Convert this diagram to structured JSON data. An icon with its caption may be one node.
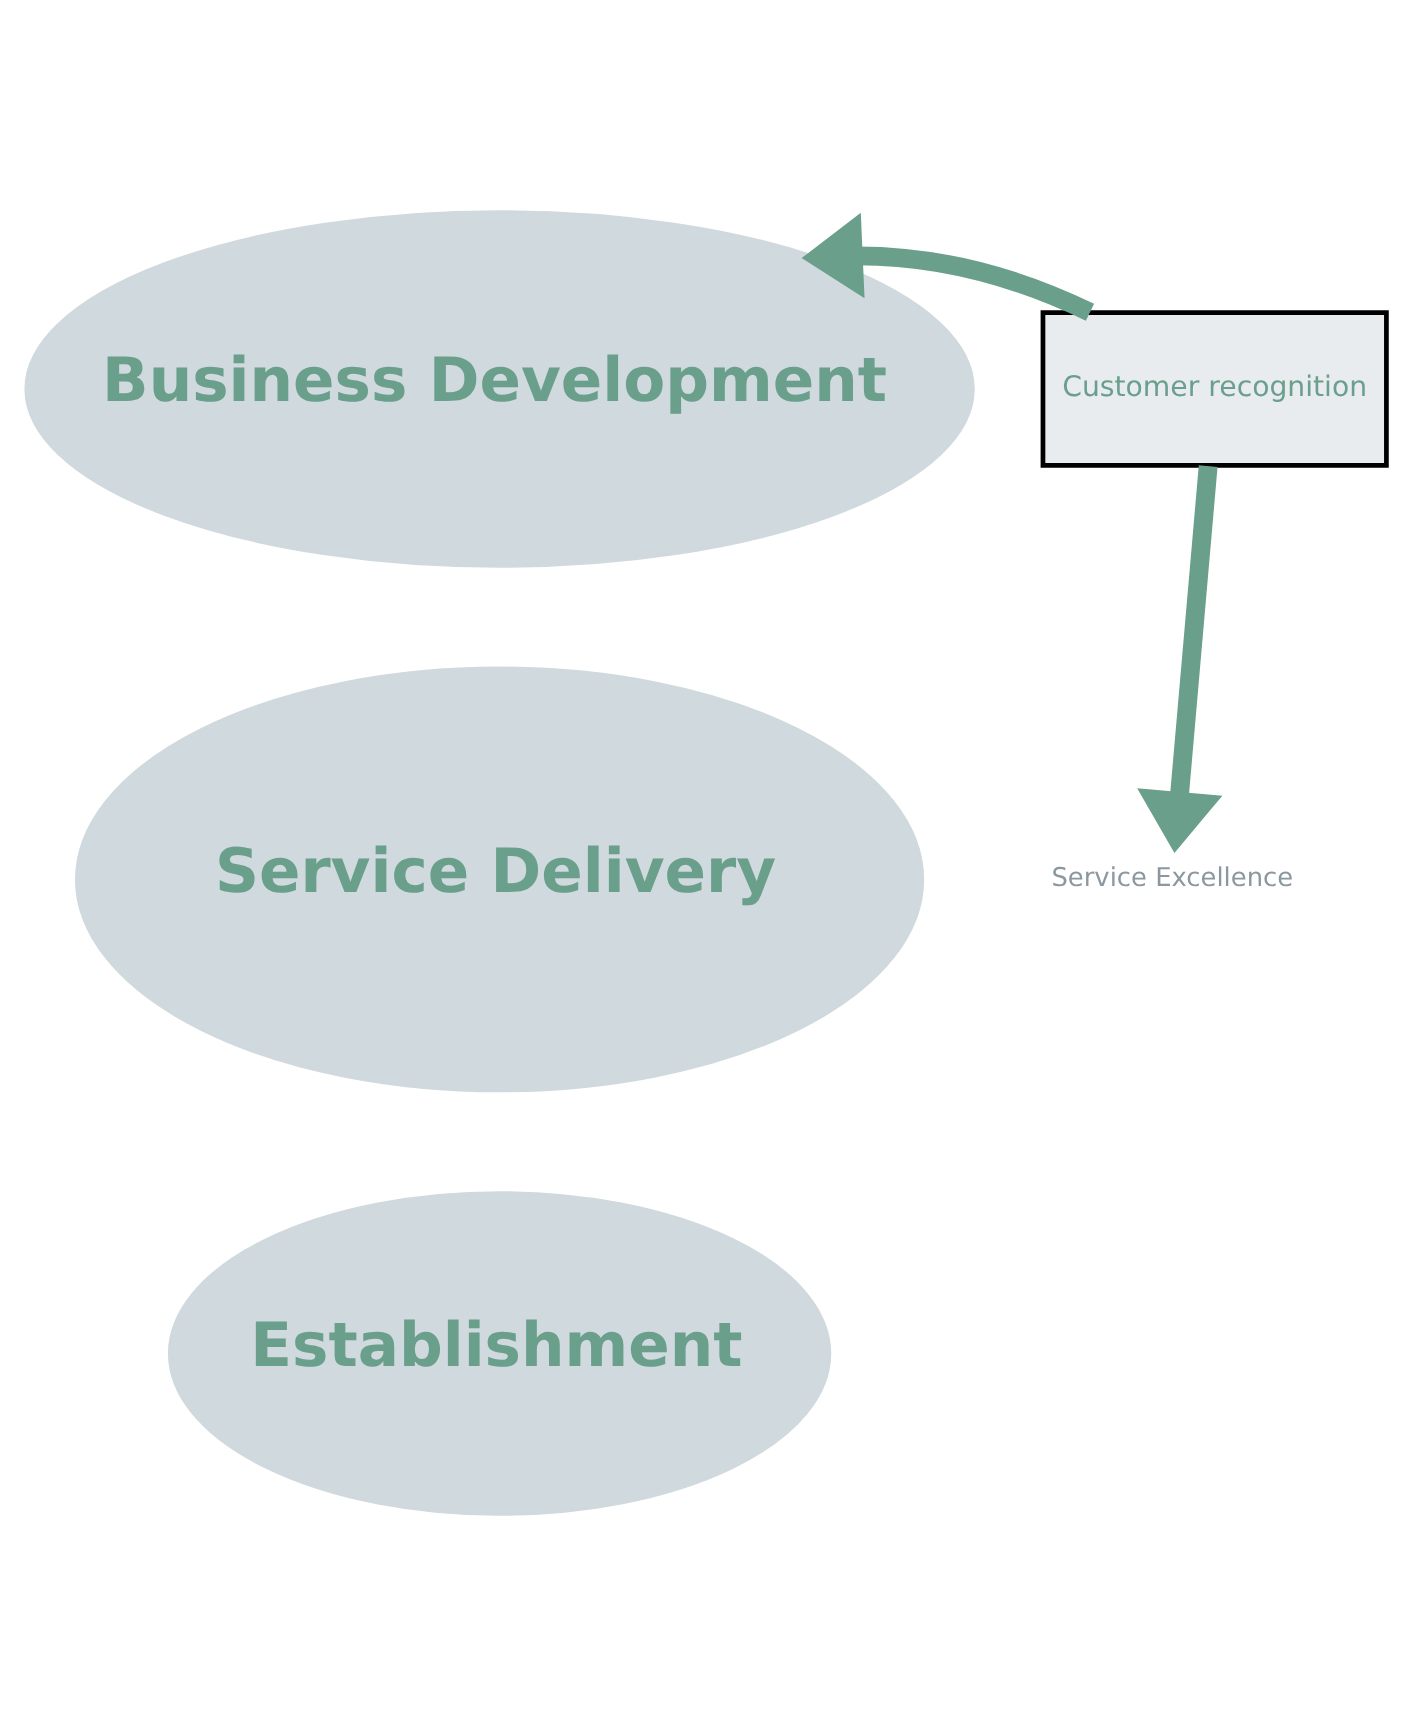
{
  "diagram": {
    "nodes": [
      {
        "text": [
          "Business Development"
        ]
      },
      {
        "text": [
          "Customer recognition"
        ]
      },
      {
        "text": [
          "Service Excellence"
        ]
      },
      {
        "text": [
          "Service Delivery"
        ]
      },
      {
        "text": [
          "Establishment"
        ]
      }
    ],
    "edges": [
      {
        "from": 1,
        "to": 0,
        "arrow": "to"
      },
      {
        "from": 1,
        "to": 2,
        "arrow": "to"
      }
    ]
  }
}
